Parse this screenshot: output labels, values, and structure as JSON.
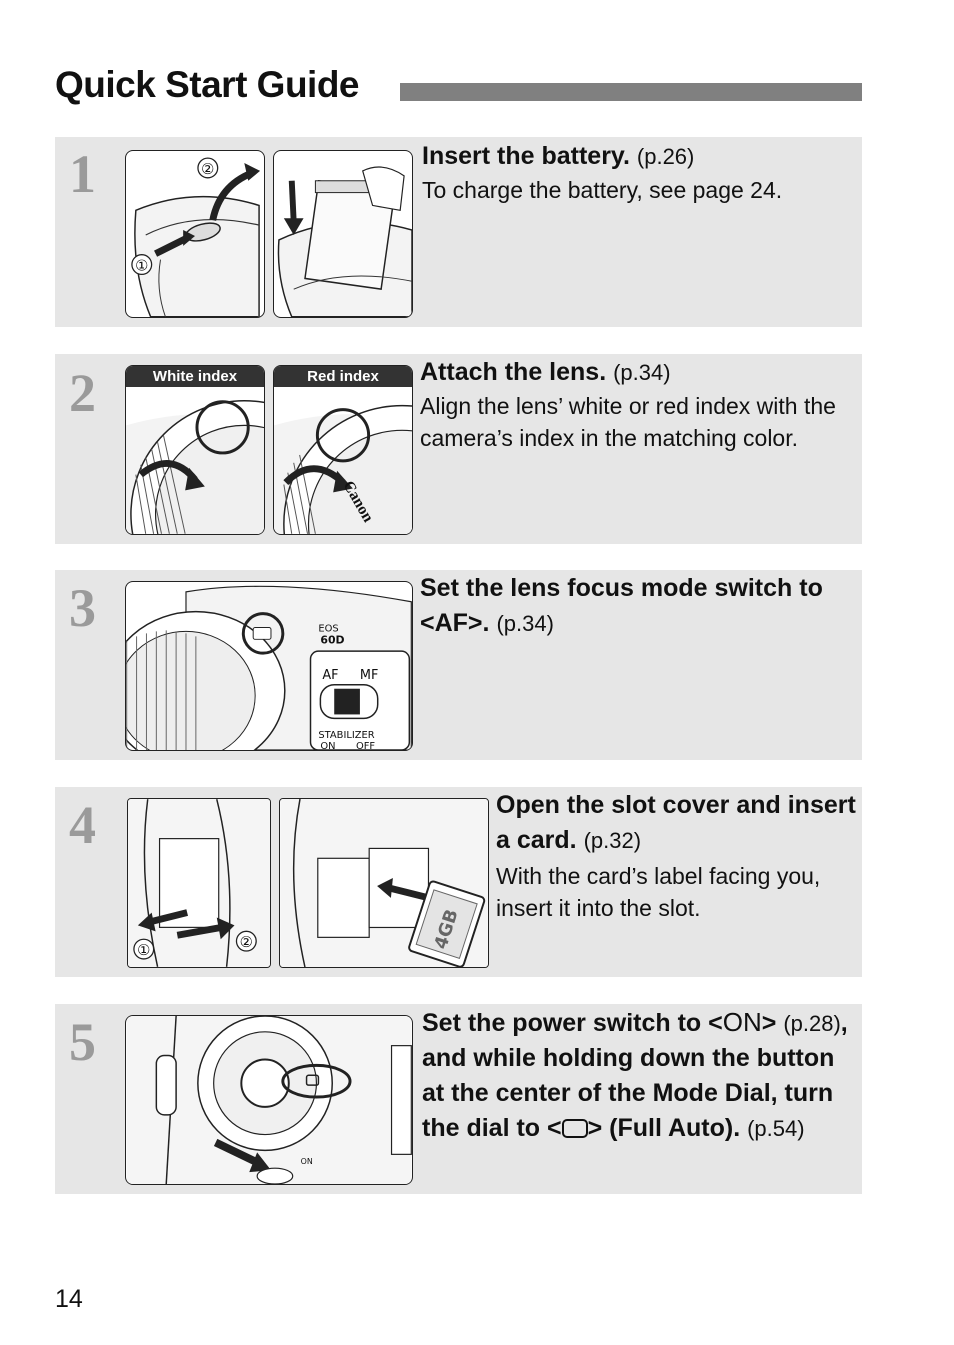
{
  "page": {
    "title": "Quick Start Guide",
    "page_number": "14"
  },
  "steps": [
    {
      "number": "1",
      "heading": "Insert the battery.",
      "ref": "(p.26)",
      "body": "To charge the battery, see page 24.",
      "callouts": [
        "②",
        "①"
      ]
    },
    {
      "number": "2",
      "heading": "Attach the lens.",
      "ref": "(p.34)",
      "body": "Align the lens’ white or red index with the camera’s index in the matching color.",
      "photo_labels": [
        "White index",
        "Red index"
      ],
      "lens_brand": "Canon"
    },
    {
      "number": "3",
      "heading": "Set the lens focus mode switch to <AF>.",
      "ref": "(p.34)",
      "switch_labels": {
        "af": "AF",
        "mf": "MF",
        "stabilizer": "STABILIZER",
        "on": "ON",
        "off": "OFF",
        "model": "60D",
        "brand": "EOS"
      }
    },
    {
      "number": "4",
      "heading": "Open the slot cover and insert a card.",
      "ref": "(p.32)",
      "body": "With the card’s label facing you, insert it into the slot.",
      "callouts": [
        "①",
        "②"
      ],
      "card_label": "4GB"
    },
    {
      "number": "5",
      "heading_part1": "Set the power switch to <",
      "on_symbol": "ON",
      "heading_part1_end": ">",
      "ref1": "(p.28)",
      "heading_part2": ", and while holding down the button at the center of the Mode Dial, turn the dial to <",
      "heading_part2_end": ">",
      "heading_part3": "(Full Auto).",
      "ref2": "(p.54)",
      "dial_label": "ON"
    }
  ],
  "colors": {
    "panel_bg": "#e6e6e6",
    "title_bar": "#808080",
    "step_number": "#9a9a9a",
    "label_tag_bg": "#333333"
  }
}
